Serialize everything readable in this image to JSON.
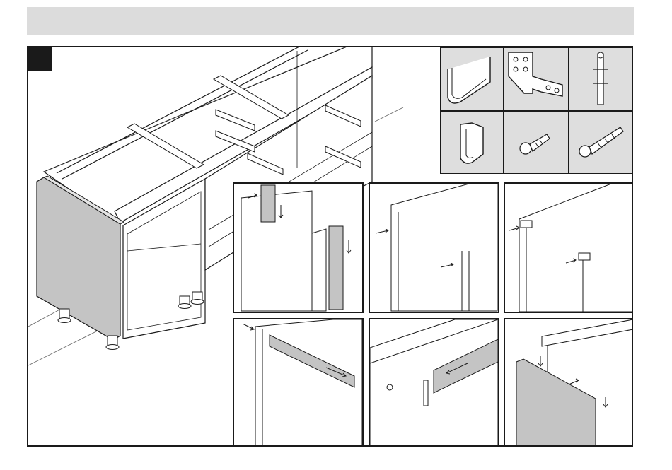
{
  "page": {
    "header_bar_label": "",
    "step_number": ""
  },
  "colors": {
    "header_bar": "#dcdcdc",
    "frame_border": "#1a1a1a",
    "panel_gray": "#c4c4c4",
    "parts_background": "#dedede",
    "step_badge": "#1a1a1a"
  },
  "hardware_parts": [
    {
      "name": "profile-rail-icon"
    },
    {
      "name": "mounting-bracket-icon"
    },
    {
      "name": "door-pin-hinge-icon"
    },
    {
      "name": "end-cap-icon"
    },
    {
      "name": "short-screw-icon"
    },
    {
      "name": "long-screw-icon"
    }
  ],
  "detail_steps": [
    {
      "name": "side-panel-strip-attach"
    },
    {
      "name": "panel-pin-insert"
    },
    {
      "name": "bracket-mount-top"
    },
    {
      "name": "rail-slide-in"
    },
    {
      "name": "pin-fix-rail"
    },
    {
      "name": "door-mount-front"
    }
  ]
}
